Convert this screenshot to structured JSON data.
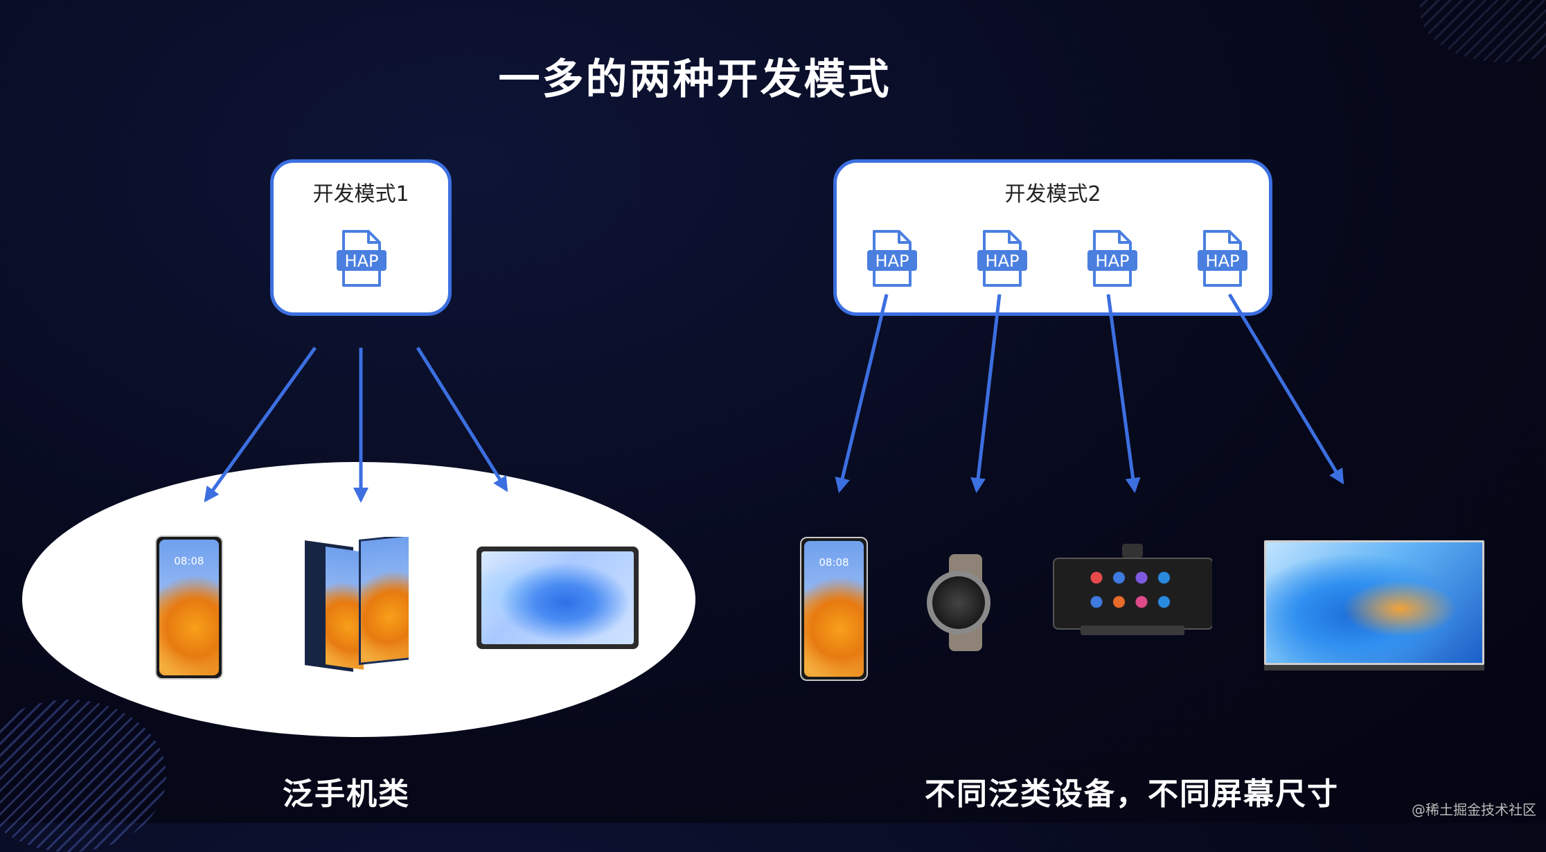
{
  "title": "一多的两种开发模式",
  "mode1": {
    "label": "开发模式1",
    "hap": "HAP"
  },
  "mode2": {
    "label": "开发模式2",
    "haps": [
      "HAP",
      "HAP",
      "HAP",
      "HAP"
    ]
  },
  "phone": {
    "clock": "08:08"
  },
  "captions": {
    "left": "泛手机类",
    "right": "不同泛类设备，不同屏幕尺寸"
  },
  "watermark": "@稀土掘金技术社区",
  "colors": {
    "accent": "#3c6fe0",
    "background": "#07091c",
    "box": "#ffffff"
  }
}
